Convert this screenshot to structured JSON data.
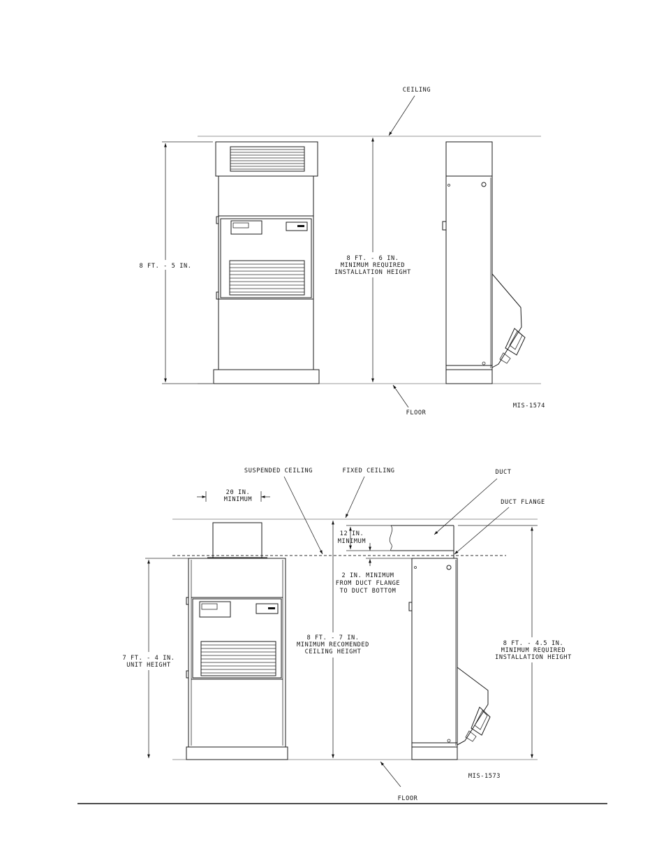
{
  "top_figure": {
    "ceiling_label": "CEILING",
    "floor_label": "FLOOR",
    "unit_height": "8 FT. - 5 IN.",
    "install_height": [
      "8 FT. - 6 IN.",
      "MINIMUM REQUIRED",
      "INSTALLATION HEIGHT"
    ],
    "drawing_id": "MIS-1574"
  },
  "bottom_figure": {
    "suspended_ceiling_label": "SUSPENDED CEILING",
    "fixed_ceiling_label": "FIXED CEILING",
    "duct_label": "DUCT",
    "duct_flange_label": "DUCT FLANGE",
    "width_min": [
      "20 IN.",
      "MINIMUM"
    ],
    "duct_gap_min": [
      "12 IN.",
      "MINIMUM"
    ],
    "flange_to_duct": [
      "2 IN. MINIMUM",
      "FROM DUCT FLANGE",
      "TO DUCT BOTTOM"
    ],
    "unit_height": [
      "7 FT. - 4 IN.",
      "UNIT HEIGHT"
    ],
    "ceiling_height": [
      "8 FT. - 7 IN.",
      "MINIMUM RECOMENDED",
      "CEILING HEIGHT"
    ],
    "install_height": [
      "8 FT. - 4.5 IN.",
      "MINIMUM REQUIRED",
      "INSTALLATION HEIGHT"
    ],
    "floor_label": "FLOOR",
    "drawing_id": "MIS-1573"
  }
}
